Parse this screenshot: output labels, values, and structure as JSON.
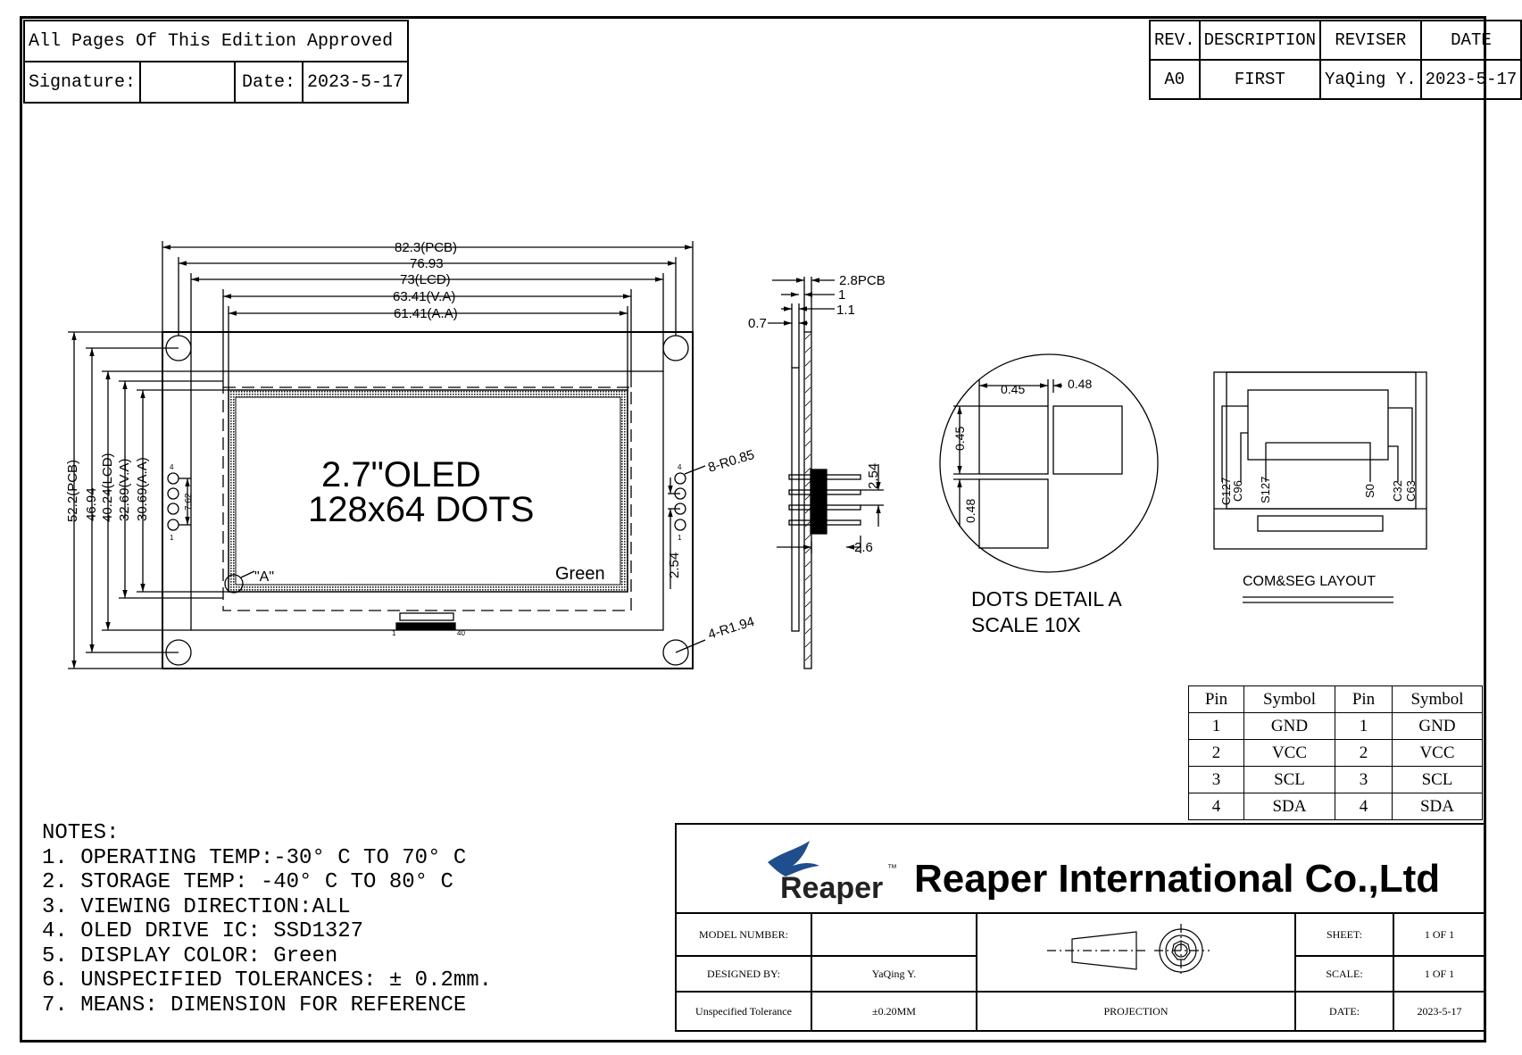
{
  "approval": {
    "title": "All Pages Of This Edition Approved",
    "signature_label": "Signature:",
    "signature_value": "",
    "date_label": "Date:",
    "date_value": "2023-5-17"
  },
  "revision": {
    "headers": [
      "REV.",
      "DESCRIPTION",
      "REVISER",
      "DATE"
    ],
    "row": [
      "A0",
      "FIRST",
      "YaQing Y.",
      "2023-5-17"
    ]
  },
  "front_view": {
    "dim_width_pcb": "82.3(PCB)",
    "dim_width_holes": "76.93",
    "dim_width_lcd": "73(LCD)",
    "dim_width_va": "63.41(V.A)",
    "dim_width_aa": "61.41(A.A)",
    "dim_height_pcb": "52.2(PCB)",
    "dim_height_holes": "46.94",
    "dim_height_lcd": "40.24(LCD)",
    "dim_height_va": "32.69(V.A)",
    "dim_height_aa": "30.69(A.A)",
    "display_line1": "2.7\"OLED",
    "display_line2": "128x64 DOTS",
    "color_label": "Green",
    "detail_callout": "\"A\"",
    "left_pitch": "7.62",
    "right_pitch": "2.54",
    "pad_callout": "8-R0.85",
    "hole_callout": "4-R1.94",
    "pin_first": "1",
    "pin_last": "4",
    "fpc_first": "1",
    "fpc_last": "40"
  },
  "side_view": {
    "dim_thickness": "2.8PCB",
    "dim_1": "1",
    "dim_1_1": "1.1",
    "dim_0_7": "0.7",
    "dim_pitch": "2.54",
    "dim_pin": "2.6"
  },
  "dots_detail": {
    "dim_top_a": "0.45",
    "dim_top_b": "0.48",
    "dim_left_a": "0.45",
    "dim_left_b": "0.48",
    "title_line1": "DOTS DETAIL A",
    "title_line2": "SCALE 10X"
  },
  "com_seg": {
    "labels": [
      "C127",
      "C96",
      "S127",
      "S0",
      "C32",
      "C63"
    ],
    "title": "COM&SEG LAYOUT"
  },
  "pin_table": {
    "headers": [
      "Pin",
      "Symbol",
      "Pin",
      "Symbol"
    ],
    "rows": [
      [
        "1",
        "GND",
        "1",
        "GND"
      ],
      [
        "2",
        "VCC",
        "2",
        "VCC"
      ],
      [
        "3",
        "SCL",
        "3",
        "SCL"
      ],
      [
        "4",
        "SDA",
        "4",
        "SDA"
      ]
    ]
  },
  "notes": {
    "title": "NOTES:",
    "items": [
      "1. OPERATING TEMP:-30°  C TO 70°  C",
      "2. STORAGE TEMP: -40°  C TO 80°  C",
      "3. VIEWING DIRECTION:ALL",
      "4. OLED DRIVE IC: SSD1327",
      "5. DISPLAY COLOR: Green",
      "6. UNSPECIFIED TOLERANCES: ± 0.2mm.",
      "7. MEANS: DIMENSION FOR REFERENCE"
    ]
  },
  "title_block": {
    "logo_text": "Reaper",
    "logo_tm": "™",
    "company": "Reaper International Co.,Ltd",
    "model_label": "MODEL NUMBER:",
    "model_value": "",
    "designed_label": "DESIGNED BY:",
    "designed_value": "YaQing Y.",
    "tolerance_label": "Unspecified Tolerance",
    "tolerance_value": "±0.20MM",
    "projection_label": "PROJECTION",
    "sheet_label": "SHEET:",
    "sheet_value": "1 OF 1",
    "scale_label": "SCALE:",
    "scale_value": "1 OF 1",
    "date_label": "DATE:",
    "date_value": "2023-5-17"
  },
  "colors": {
    "line": "#000000",
    "logo_blue": "#1f4e8c"
  }
}
